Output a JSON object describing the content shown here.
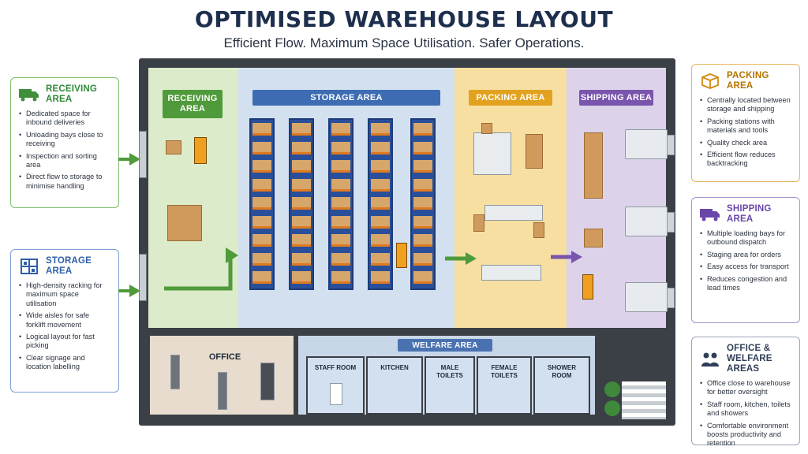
{
  "header": {
    "title": "OPTIMISED WAREHOUSE LAYOUT",
    "subtitle": "Efficient Flow. Maximum Space Utilisation. Safer Operations."
  },
  "colors": {
    "receiving": "#4f9a3a",
    "storage": "#3d6cb3",
    "packing": "#e2a21f",
    "shipping": "#7a55ad",
    "welfare": "#4a72b0"
  },
  "plan": {
    "receiving_label": "RECEIVING AREA",
    "storage_label": "STORAGE AREA",
    "packing_label": "PACKING AREA",
    "shipping_label": "SHIPPING AREA",
    "office_label": "OFFICE",
    "welfare_label": "WELFARE AREA",
    "rooms": {
      "staff_room": "STAFF ROOM",
      "kitchen": "KITCHEN",
      "male_toilets": "MALE TOILETS",
      "female_toilets": "FEMALE TOILETS",
      "shower_room": "SHOWER ROOM"
    }
  },
  "cards": {
    "receiving": {
      "icon": "truck-icon",
      "title": "RECEIVING AREA",
      "items": [
        "Dedicated space for inbound deliveries",
        "Unloading bays close to receiving",
        "Inspection and sorting area",
        "Direct flow to storage to minimise handling"
      ]
    },
    "storage": {
      "icon": "racking-icon",
      "title": "STORAGE AREA",
      "items": [
        "High-density racking for maximum space utilisation",
        "Wide aisles for safe forklift movement",
        "Logical layout for fast picking",
        "Clear signage and location labelling"
      ]
    },
    "packing": {
      "icon": "box-icon",
      "title": "PACKING AREA",
      "items": [
        "Centrally located between storage and shipping",
        "Packing stations with materials and tools",
        "Quality check area",
        "Efficient flow reduces backtracking"
      ]
    },
    "shipping": {
      "icon": "truck-icon",
      "title": "SHIPPING AREA",
      "items": [
        "Multiple loading bays for outbound dispatch",
        "Staging area for orders",
        "Easy access for transport",
        "Reduces congestion and lead times"
      ]
    },
    "office": {
      "icon": "people-icon",
      "title": "OFFICE & WELFARE AREAS",
      "items": [
        "Office close to warehouse for better oversight",
        "Staff room, kitchen, toilets and showers",
        "Comfortable environment boosts productivity and retention"
      ]
    }
  }
}
